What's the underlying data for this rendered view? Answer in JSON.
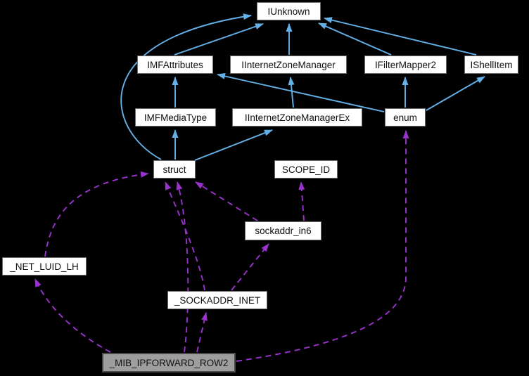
{
  "diagram": {
    "kind": "collaboration-graph",
    "background": "#000000",
    "colors": {
      "background": "#000000",
      "inheritance_edge": "#63b1e8",
      "usage_edge": "#9a32cd",
      "node_fill": "#ffffff",
      "node_border": "#6e6e6e",
      "node_text": "#111111",
      "highlight_fill": "#9e9e9e",
      "highlight_border": "#4a4a4a"
    },
    "nodes": [
      {
        "id": "iunknown",
        "label": "IUnknown"
      },
      {
        "id": "imfattributes",
        "label": "IMFAttributes"
      },
      {
        "id": "iinternetzonemanager",
        "label": "IInternetZoneManager"
      },
      {
        "id": "ifiltermapper2",
        "label": "IFilterMapper2"
      },
      {
        "id": "ishellitem",
        "label": "IShellItem"
      },
      {
        "id": "imfmediatype",
        "label": "IMFMediaType"
      },
      {
        "id": "iinternetzonemanagerex",
        "label": "IInternetZoneManagerEx"
      },
      {
        "id": "enum",
        "label": "enum"
      },
      {
        "id": "struct",
        "label": "struct"
      },
      {
        "id": "scope-id",
        "label": "SCOPE_ID"
      },
      {
        "id": "sockaddr-in6",
        "label": "sockaddr_in6"
      },
      {
        "id": "net-luid-lh",
        "label": "_NET_LUID_LH"
      },
      {
        "id": "sockaddr-inet",
        "label": "_SOCKADDR_INET"
      },
      {
        "id": "mib-ipforward-row2",
        "label": "_MIB_IPFORWARD_ROW2",
        "highlighted": true
      }
    ],
    "edges": [
      {
        "from": "IMFAttributes",
        "to": "IUnknown",
        "style": "inheritance"
      },
      {
        "from": "IInternetZoneManager",
        "to": "IUnknown",
        "style": "inheritance"
      },
      {
        "from": "IFilterMapper2",
        "to": "IUnknown",
        "style": "inheritance"
      },
      {
        "from": "IShellItem",
        "to": "IUnknown",
        "style": "inheritance"
      },
      {
        "from": "struct",
        "to": "IUnknown",
        "style": "inheritance"
      },
      {
        "from": "IMFMediaType",
        "to": "IMFAttributes",
        "style": "inheritance"
      },
      {
        "from": "enum",
        "to": "IMFAttributes",
        "style": "inheritance"
      },
      {
        "from": "IInternetZoneManagerEx",
        "to": "IInternetZoneManager",
        "style": "inheritance"
      },
      {
        "from": "enum",
        "to": "IFilterMapper2",
        "style": "inheritance"
      },
      {
        "from": "enum",
        "to": "IShellItem",
        "style": "inheritance"
      },
      {
        "from": "struct",
        "to": "IMFMediaType",
        "style": "inheritance"
      },
      {
        "from": "struct",
        "to": "IInternetZoneManagerEx",
        "style": "inheritance"
      },
      {
        "from": "_NET_LUID_LH",
        "to": "struct",
        "style": "usage"
      },
      {
        "from": "_MIB_IPFORWARD_ROW2",
        "to": "_NET_LUID_LH",
        "style": "usage"
      },
      {
        "from": "_MIB_IPFORWARD_ROW2",
        "to": "struct",
        "style": "usage"
      },
      {
        "from": "_SOCKADDR_INET",
        "to": "struct",
        "style": "usage"
      },
      {
        "from": "sockaddr_in6",
        "to": "struct",
        "style": "usage"
      },
      {
        "from": "sockaddr_in6",
        "to": "SCOPE_ID",
        "style": "usage"
      },
      {
        "from": "_SOCKADDR_INET",
        "to": "sockaddr_in6",
        "style": "usage"
      },
      {
        "from": "_MIB_IPFORWARD_ROW2",
        "to": "_SOCKADDR_INET",
        "style": "usage"
      },
      {
        "from": "_MIB_IPFORWARD_ROW2",
        "to": "enum",
        "style": "usage"
      }
    ]
  }
}
